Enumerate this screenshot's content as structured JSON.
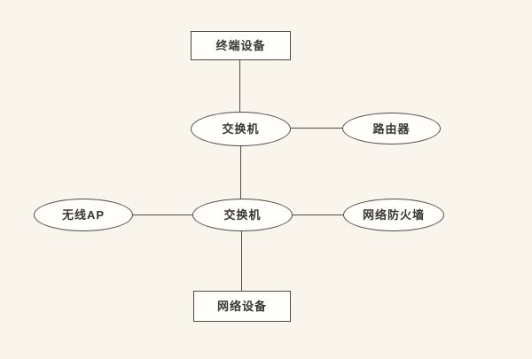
{
  "diagram": {
    "type": "network-topology",
    "nodes": {
      "terminal_device": {
        "label": "终端设备",
        "shape": "rect"
      },
      "switch_top": {
        "label": "交换机",
        "shape": "ellipse"
      },
      "router": {
        "label": "路由器",
        "shape": "ellipse"
      },
      "wireless_ap": {
        "label": "无线AP",
        "shape": "ellipse"
      },
      "switch_mid": {
        "label": "交换机",
        "shape": "ellipse"
      },
      "firewall": {
        "label": "网络防火墙",
        "shape": "ellipse"
      },
      "network_device": {
        "label": "网络设备",
        "shape": "rect"
      }
    },
    "edges": [
      {
        "from": "terminal_device",
        "to": "switch_top"
      },
      {
        "from": "switch_top",
        "to": "router"
      },
      {
        "from": "switch_top",
        "to": "switch_mid"
      },
      {
        "from": "wireless_ap",
        "to": "switch_mid"
      },
      {
        "from": "switch_mid",
        "to": "firewall"
      },
      {
        "from": "switch_mid",
        "to": "network_device"
      }
    ],
    "colors": {
      "background": "#f9f5ec",
      "node_fill": "#fffefa",
      "stroke": "#4e4d45",
      "text": "#383732"
    }
  }
}
